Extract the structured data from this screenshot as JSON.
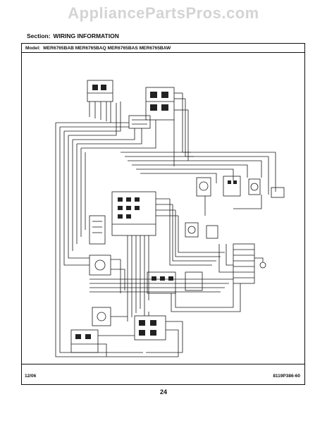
{
  "watermark": "AppliancePartsPros.com",
  "section": {
    "label": "Section:",
    "title": "WIRING INFORMATION"
  },
  "model": {
    "label": "Model:",
    "numbers": "MER6765BAB MER6765BAQ MER6765BAS MER6765BAW"
  },
  "footer": {
    "date": "12/06",
    "part_number": "8119P386-60",
    "page": "24"
  }
}
